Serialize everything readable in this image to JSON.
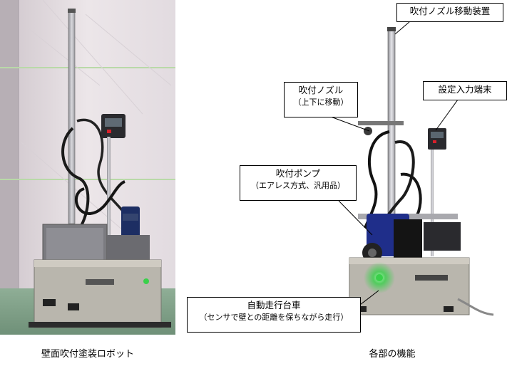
{
  "captions": {
    "left": "壁面吹付塗装ロボット",
    "right": "各部の機能"
  },
  "callouts": {
    "nozzle_mover": {
      "title": "吹付ノズル移動装置"
    },
    "nozzle": {
      "title": "吹付ノズル",
      "sub": "（上下に移動）"
    },
    "terminal": {
      "title": "設定入力端末"
    },
    "pump": {
      "title": "吹付ポンプ",
      "sub": "（エアレス方式、汎用品）"
    },
    "carriage": {
      "title": "自動走行台車",
      "sub": "（センサで壁との距離を保ちながら走行）"
    }
  },
  "colors": {
    "status_led": "#39d04a",
    "controller_accent": "#d8202a"
  }
}
